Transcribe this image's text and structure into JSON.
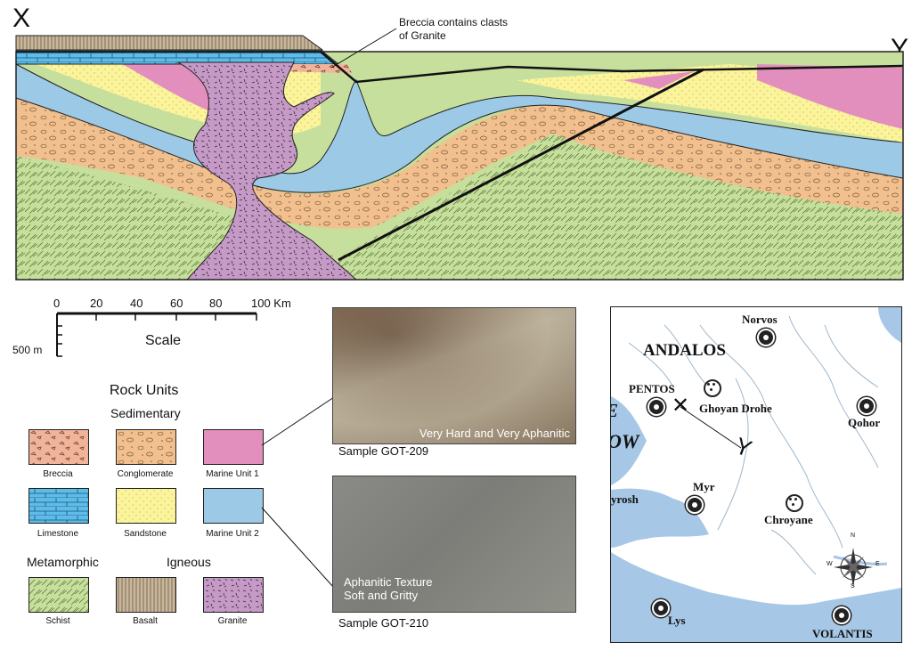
{
  "cross_section": {
    "left_label": "X",
    "right_label": "Y",
    "callout": [
      "Breccia contains clasts",
      "of Granite"
    ]
  },
  "scale": {
    "ticks": [
      "0",
      "20",
      "40",
      "60",
      "80",
      "100 Km"
    ],
    "vertical": "500 m",
    "title": "Scale"
  },
  "legend": {
    "title": "Rock Units",
    "sedimentary_heading": "Sedimentary",
    "metamorphic_heading": "Metamorphic",
    "igneous_heading": "Igneous",
    "units": [
      {
        "label": "Breccia",
        "color": "#f0b49a"
      },
      {
        "label": "Conglomerate",
        "color": "#f2c08e"
      },
      {
        "label": "Marine Unit 1",
        "color": "#e28fbe"
      },
      {
        "label": "Limestone",
        "color": "#5dbde8"
      },
      {
        "label": "Sandstone",
        "color": "#fbf49a"
      },
      {
        "label": "Marine Unit 2",
        "color": "#9cc9e6"
      },
      {
        "label": "Schist",
        "color": "#c6df9c"
      },
      {
        "label": "Basalt",
        "color": "#c9b79c"
      },
      {
        "label": "Granite",
        "color": "#c69ac6"
      }
    ]
  },
  "samples": [
    {
      "caption": "Very Hard and Very Aphanitic",
      "label": "Sample GOT-209"
    },
    {
      "caption_lines": [
        "Aphanitic Texture",
        "Soft and Gritty"
      ],
      "label": "Sample GOT-210"
    }
  ],
  "map": {
    "region": "ANDALOS",
    "edge_text_1": "E",
    "edge_text_2": "OW",
    "cities": [
      "Norvos",
      "PENTOS",
      "Ghoyan Drohe",
      "Qohor",
      "yrosh",
      "Myr",
      "Chroyane",
      "Lys",
      "VOLANTIS"
    ],
    "marker_x": "X",
    "marker_y": "Y",
    "compass": [
      "N",
      "S",
      "E",
      "W"
    ]
  }
}
